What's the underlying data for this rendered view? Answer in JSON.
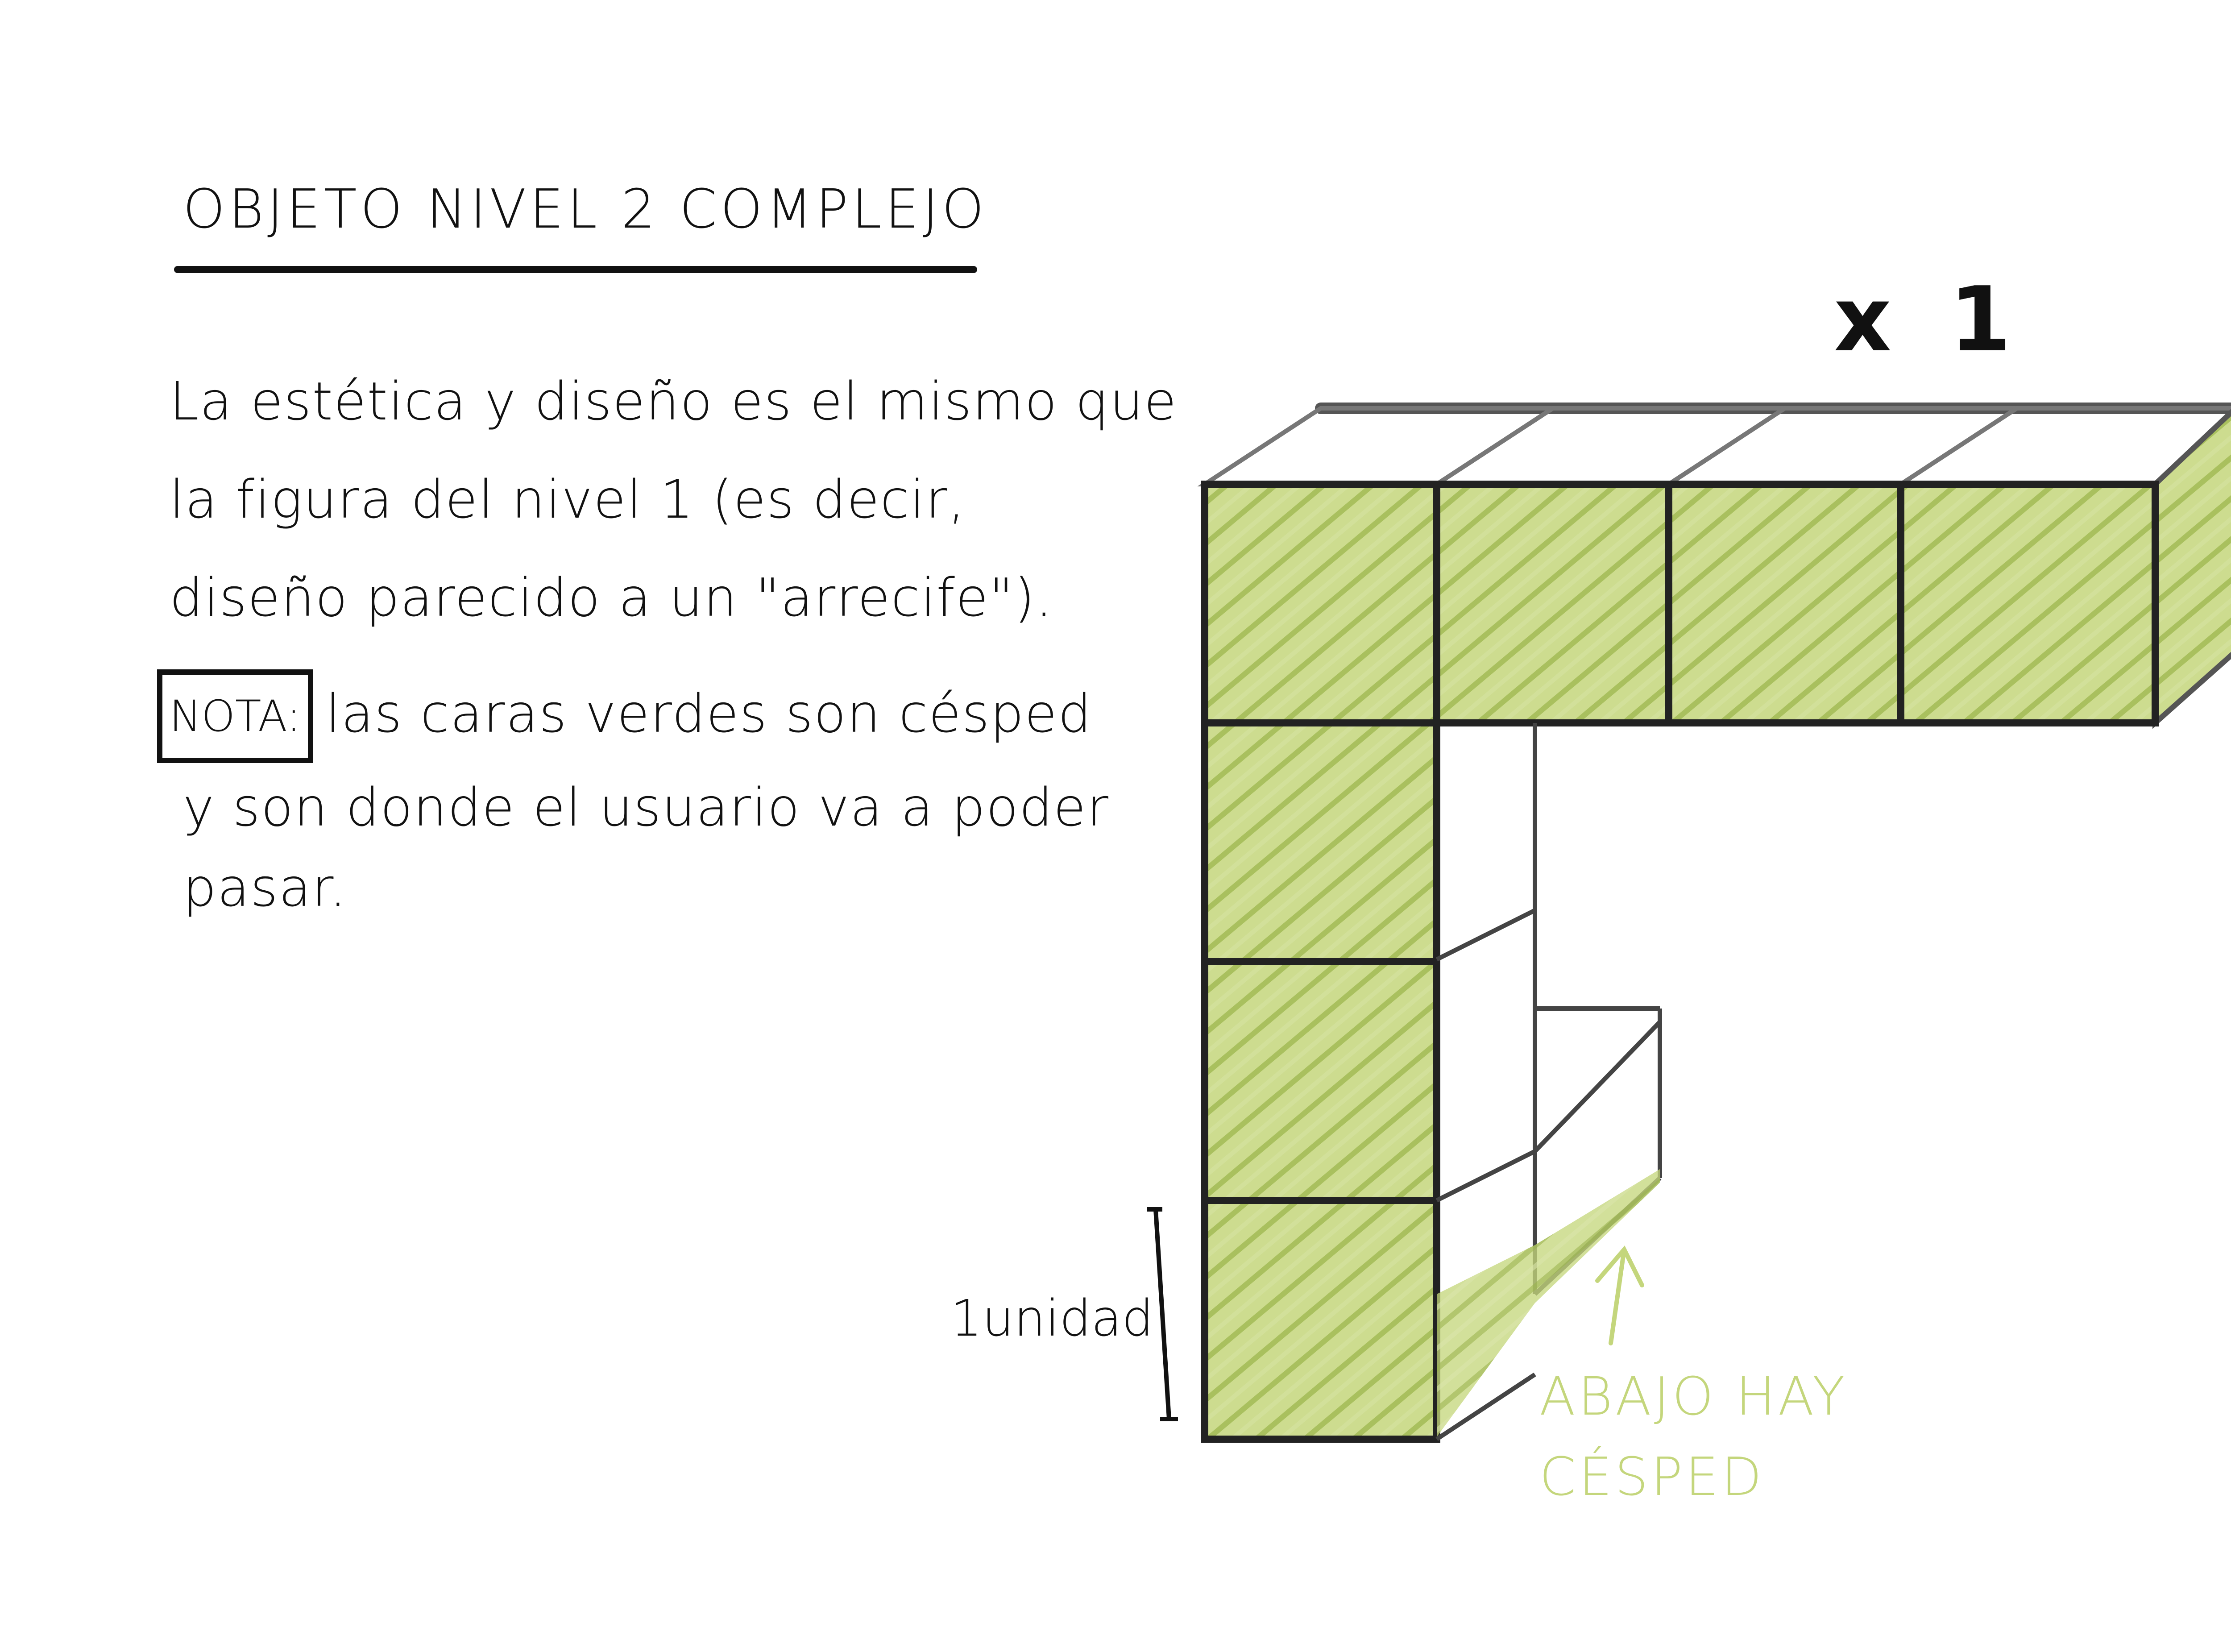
{
  "heading": {
    "title": "OBJETO NIVEL 2 COMPLEJO"
  },
  "description": {
    "lines": [
      "La estética y diseño es el mismo que",
      "la figura del nivel 1 (es decir,",
      "diseño parecido a un \"arrecife\")."
    ]
  },
  "note": {
    "label": "NOTA:",
    "lines": [
      "las caras verdes son césped",
      "y son donde el usuario va a poder",
      "pasar."
    ]
  },
  "drawing": {
    "count_label": "x 1",
    "unit_label": "1unidad",
    "grass_note": [
      "ABAJO HAY",
      "CÉSPED"
    ]
  },
  "colors": {
    "grass": "#c4d67c",
    "ink": "#111111",
    "edge": "#555555"
  }
}
